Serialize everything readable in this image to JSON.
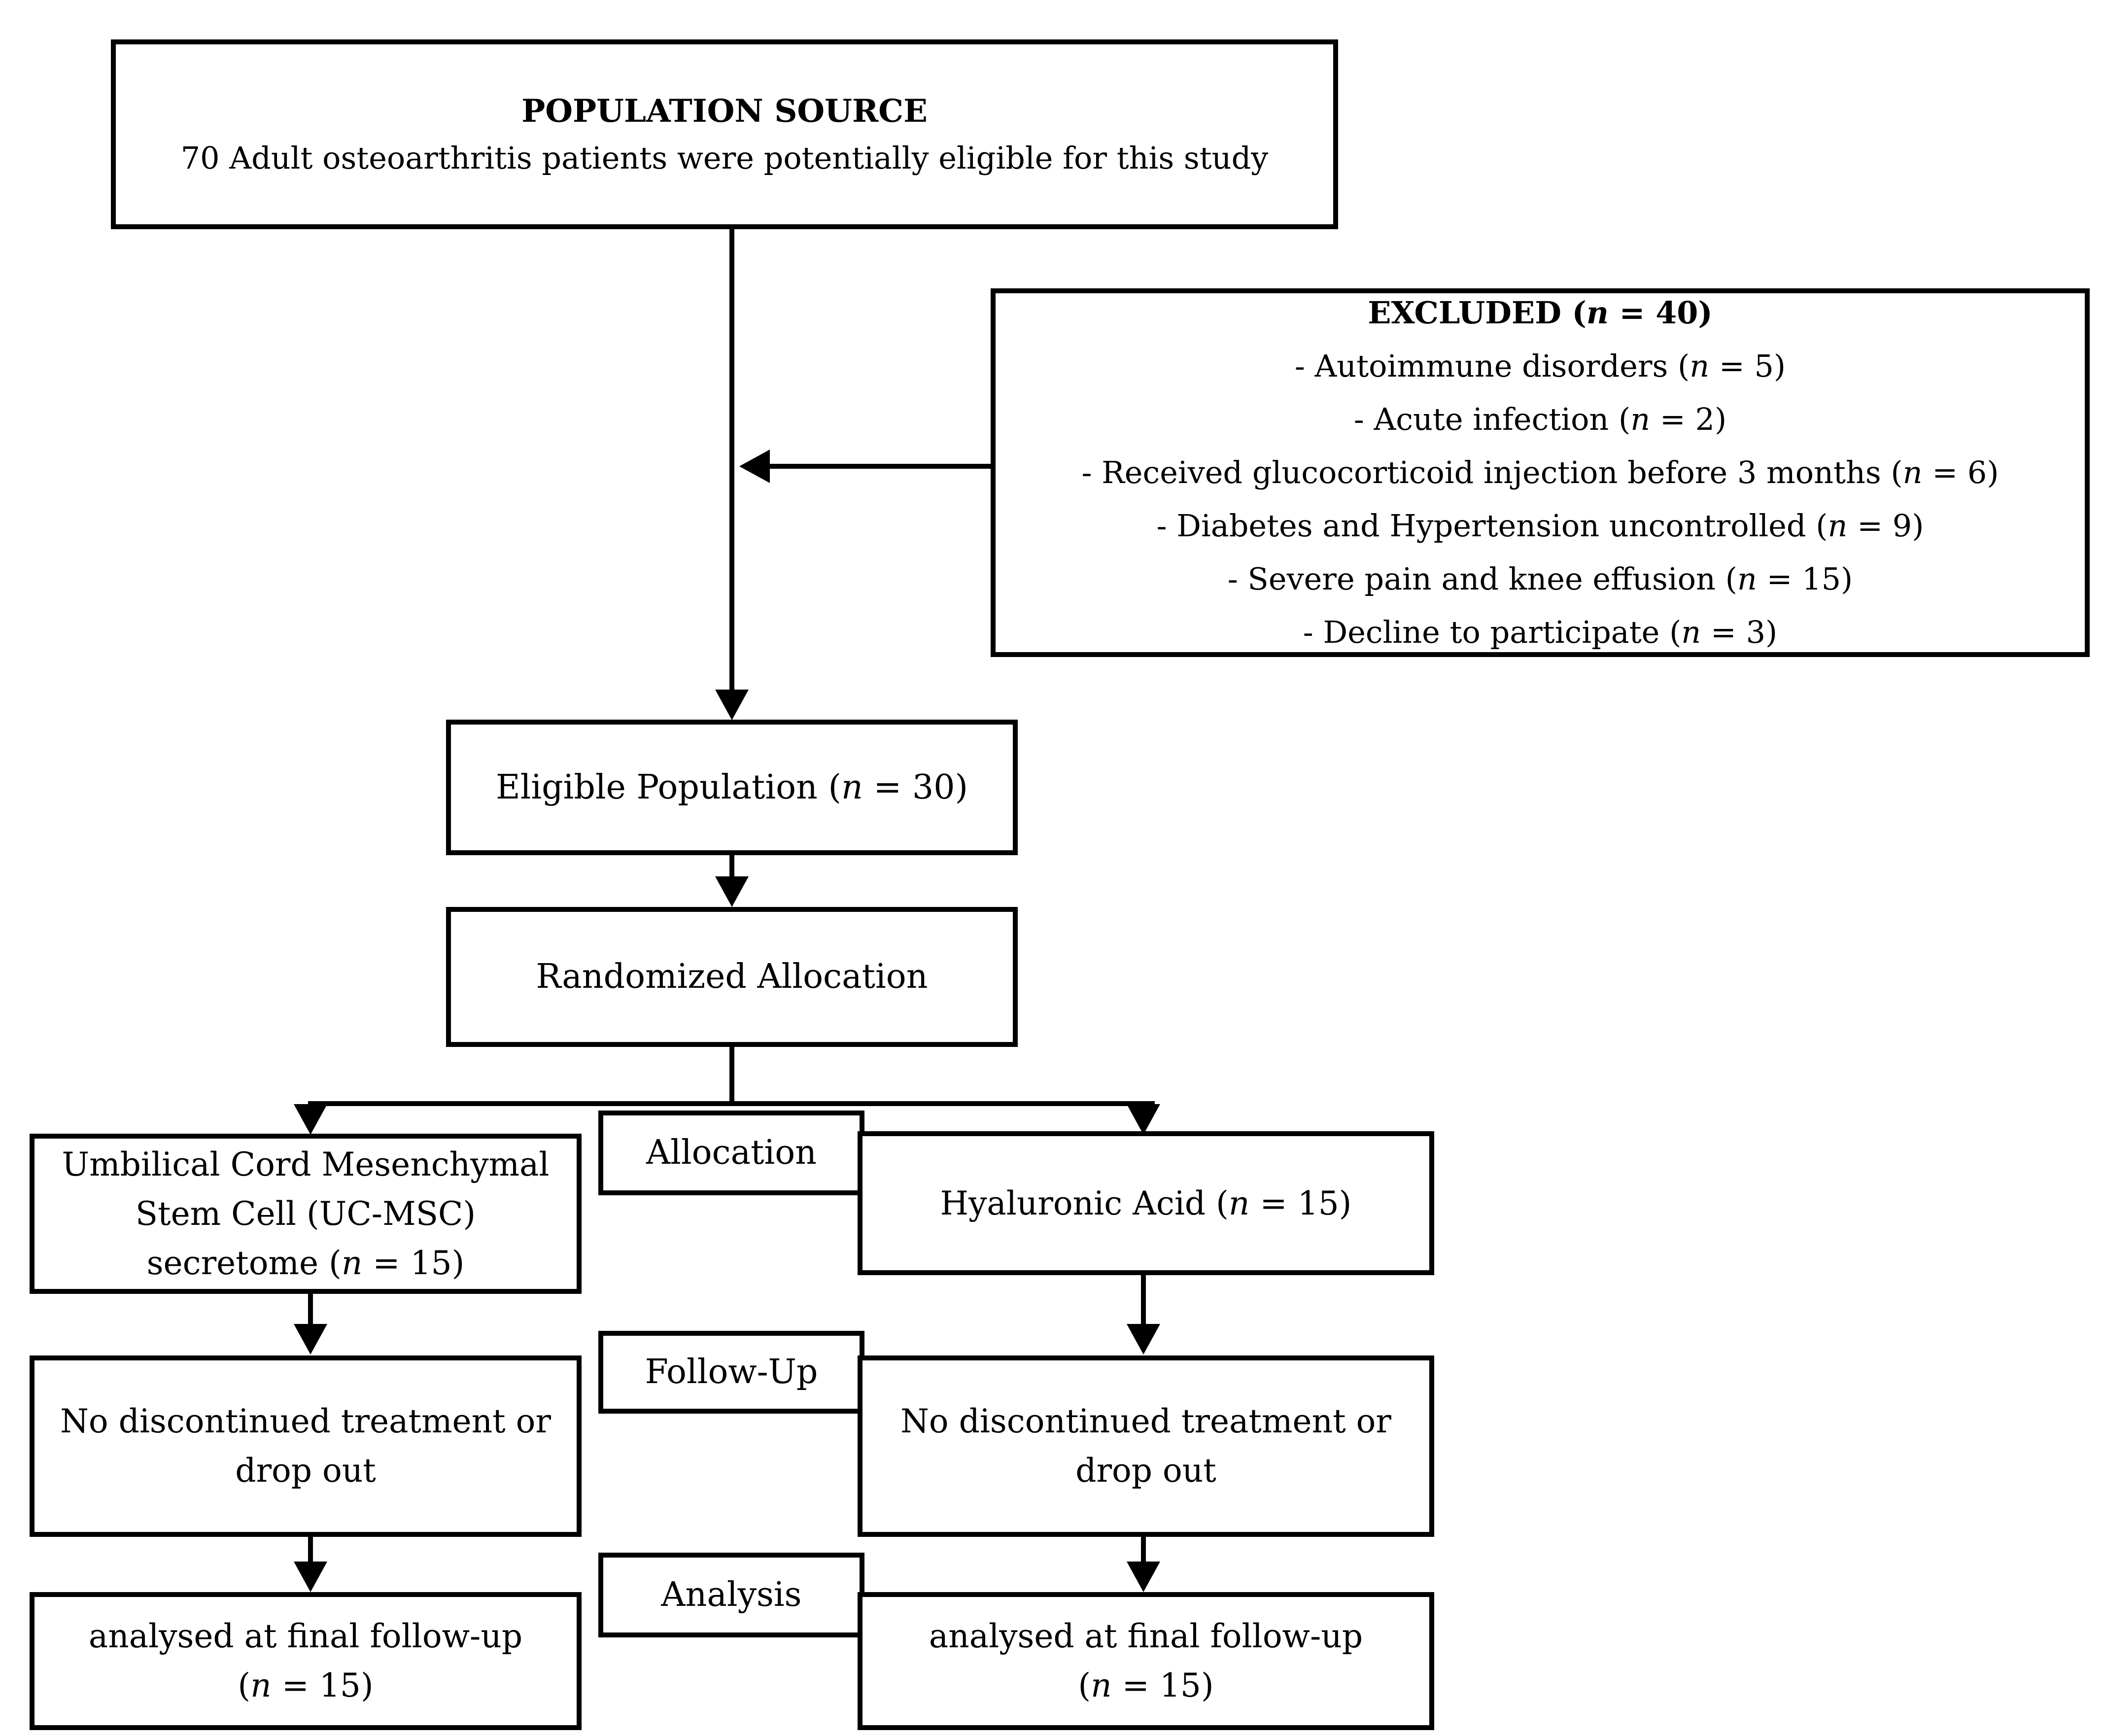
{
  "diagram": {
    "population_source": {
      "title": "POPULATION SOURCE",
      "subtitle": "70 Adult osteoarthritis patients were potentially eligible for this study"
    },
    "excluded": {
      "title": "EXCLUDED (n = 40)",
      "items": [
        "- Autoimmune disorders (n = 5)",
        "- Acute infection (n = 2)",
        "- Received glucocorticoid injection before 3 months (n = 6)",
        "- Diabetes and Hypertension uncontrolled (n = 9)",
        "- Severe pain and knee effusion (n = 15)",
        "- Decline to participate (n = 3)"
      ]
    },
    "eligible_population": "Eligible Population (n = 30)",
    "randomized_allocation": "Randomized Allocation",
    "stage_labels": {
      "allocation": "Allocation",
      "follow_up": "Follow-Up",
      "analysis": "Analysis"
    },
    "left_arm": {
      "allocation_lines": [
        "Umbilical Cord Mesenchymal",
        "Stem Cell (UC-MSC)",
        "secretome (n = 15)"
      ],
      "follow_up_lines": [
        "No discontinued treatment or",
        "drop out"
      ],
      "analysis_lines": [
        "analysed at final follow-up",
        "(n = 15)"
      ]
    },
    "right_arm": {
      "allocation": "Hyaluronic Acid (n = 15)",
      "follow_up_lines": [
        "No discontinued treatment or",
        "drop out"
      ],
      "analysis_lines": [
        "analysed at final follow-up",
        "(n = 15)"
      ]
    },
    "colors": {
      "line": "#000000",
      "background": "#ffffff",
      "text": "#000000"
    }
  }
}
